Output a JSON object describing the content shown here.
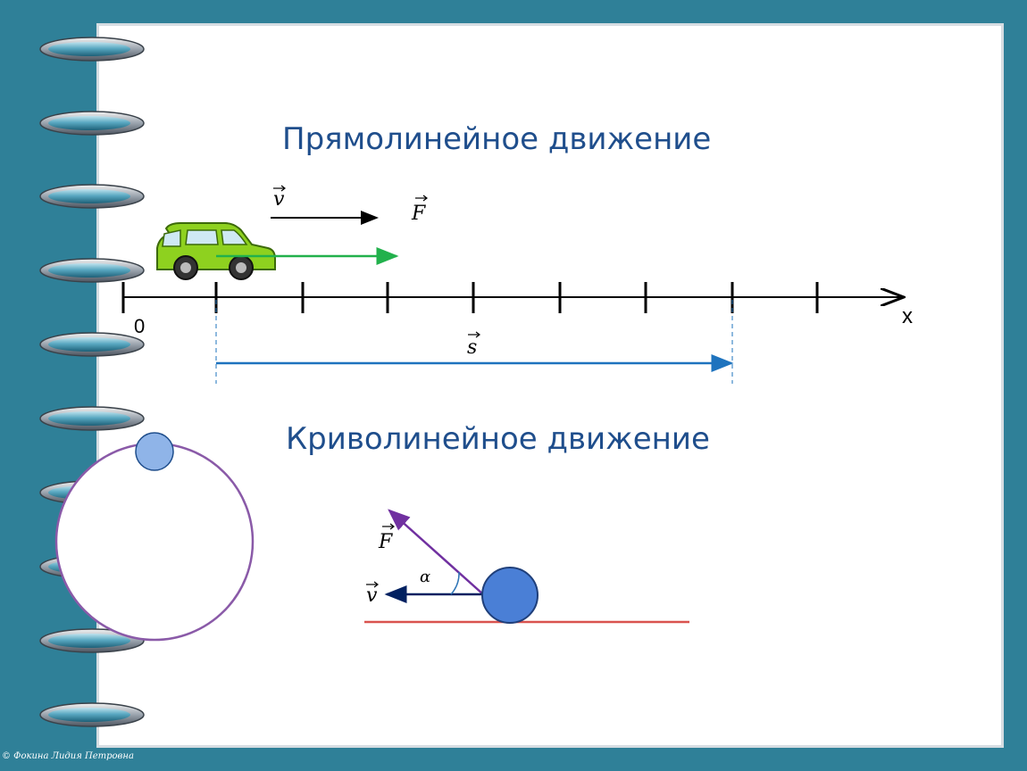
{
  "titles": {
    "straight": "Прямолинейное движение",
    "curved": "Криволинейное движение"
  },
  "axis": {
    "origin": "0",
    "x_label": "x"
  },
  "vectors": {
    "v": "v",
    "F": "F",
    "s": "s",
    "alpha": "α"
  },
  "footer": "© Фокина Лидия Петровна",
  "colors": {
    "background": "#2f8098",
    "title": "#1f4e8c",
    "car": "#8ed11f",
    "force_straight": "#22b14c",
    "displacement": "#1e73be",
    "force_curved": "#7030a0",
    "velocity_curved": "#002060",
    "ground": "#d9534f",
    "ball": "#4a7fd6"
  }
}
